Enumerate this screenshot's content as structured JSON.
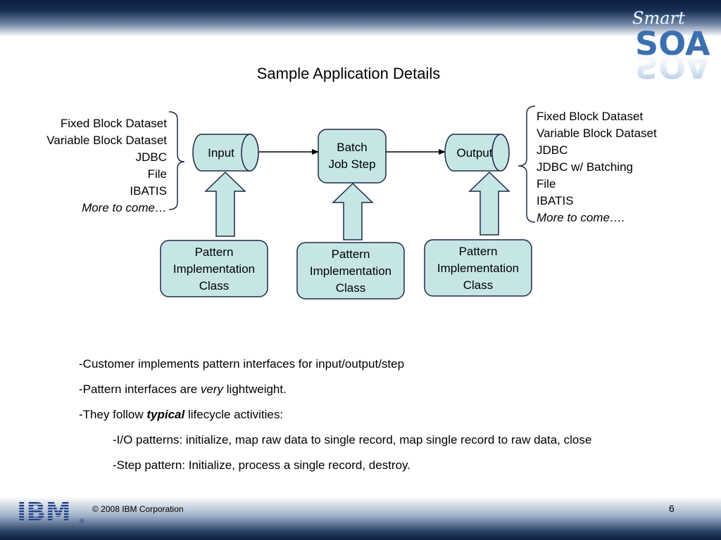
{
  "slide": {
    "title": "Sample Application Details",
    "footer": "© 2008 IBM Corporation",
    "page_number": "6"
  },
  "logo": {
    "smart": "Smart",
    "soa": "SOA",
    "ibm": "IBM"
  },
  "diagram": {
    "input": "Input",
    "step": [
      "Batch",
      "Job Step"
    ],
    "output": "Output",
    "pattern": [
      "Pattern",
      "Implementation",
      "Class"
    ]
  },
  "left_list": [
    "Fixed Block Dataset",
    "Variable Block Dataset",
    "JDBC",
    "File",
    "IBATIS",
    "More to come…"
  ],
  "right_list": [
    "Fixed Block Dataset",
    "Variable Block Dataset",
    "JDBC",
    "JDBC w/ Batching",
    "File",
    "IBATIS",
    "More to come…."
  ],
  "notes": {
    "n1": "-Customer implements pattern interfaces for input/output/step",
    "n2_pre": "-Pattern interfaces are ",
    "n2_em": "very",
    "n2_post": " lightweight.",
    "n3_pre": "-They follow ",
    "n3_em": "typical",
    "n3_post": " lifecycle activities:",
    "n4": "-I/O patterns: initialize, map raw data to single record, map single record to raw data, close",
    "n5": "-Step pattern:  Initialize, process a single record, destroy."
  },
  "colors": {
    "box_fill": "#c6e6e6",
    "box_stroke": "#1f2a44",
    "band": "#0b1f3d",
    "logo_blue": "#3a6fb0"
  }
}
